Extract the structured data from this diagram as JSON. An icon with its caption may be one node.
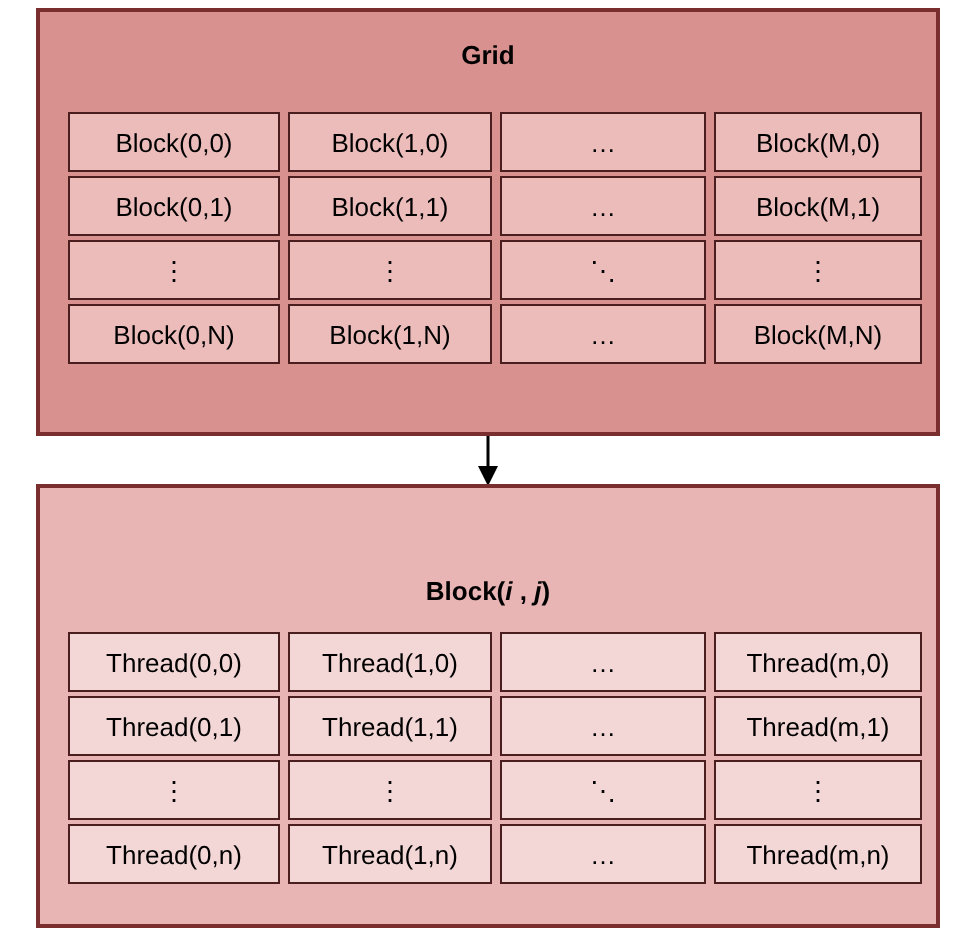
{
  "diagram": {
    "nodes": [
      {
        "text": [
          "Grid"
        ]
      },
      {
        "text": [
          "Block(0,0)"
        ],
        "in": 0
      },
      {
        "text": [
          "Block(1,0)"
        ],
        "in": 0
      },
      {
        "text": [
          "…"
        ],
        "in": 0
      },
      {
        "text": [
          "Block(M,0)"
        ],
        "in": 0
      },
      {
        "text": [
          "Block(0,1)"
        ],
        "in": 0
      },
      {
        "text": [
          "Block(1,1)"
        ],
        "in": 0
      },
      {
        "text": [
          "…"
        ],
        "in": 0
      },
      {
        "text": [
          "Block(M,1)"
        ],
        "in": 0
      },
      {
        "text": [
          "⋮"
        ],
        "in": 0
      },
      {
        "text": [
          "⋮"
        ],
        "in": 0
      },
      {
        "text": [
          "⋱"
        ],
        "in": 0
      },
      {
        "text": [
          "⋮"
        ],
        "in": 0
      },
      {
        "text": [
          "Block(0,N)"
        ],
        "in": 0
      },
      {
        "text": [
          "Block(1,N)"
        ],
        "in": 0
      },
      {
        "text": [
          "…"
        ],
        "in": 0
      },
      {
        "text": [
          "Block(M,N)"
        ],
        "in": 0
      },
      {
        "text": [
          "Block(*i* , *j*)"
        ]
      },
      {
        "text": [
          "Thread(0,0)"
        ],
        "in": 17
      },
      {
        "text": [
          "Thread(1,0)"
        ],
        "in": 17
      },
      {
        "text": [
          "…"
        ],
        "in": 17
      },
      {
        "text": [
          "Thread(m,0)"
        ],
        "in": 17
      },
      {
        "text": [
          "Thread(0,1)"
        ],
        "in": 17
      },
      {
        "text": [
          "Thread(1,1)"
        ],
        "in": 17
      },
      {
        "text": [
          "…"
        ],
        "in": 17
      },
      {
        "text": [
          "Thread(m,1)"
        ],
        "in": 17
      },
      {
        "text": [
          "⋮"
        ],
        "in": 17
      },
      {
        "text": [
          "⋮"
        ],
        "in": 17
      },
      {
        "text": [
          "⋱"
        ],
        "in": 17
      },
      {
        "text": [
          "⋮"
        ],
        "in": 17
      },
      {
        "text": [
          "Thread(0,n)"
        ],
        "in": 17
      },
      {
        "text": [
          "Thread(1,n)"
        ],
        "in": 17
      },
      {
        "text": [
          "…"
        ],
        "in": 17
      },
      {
        "text": [
          "Thread(m,n)"
        ],
        "in": 17
      }
    ],
    "edges": [
      {
        "from": 0,
        "to": 17,
        "arrow": "to"
      }
    ]
  }
}
